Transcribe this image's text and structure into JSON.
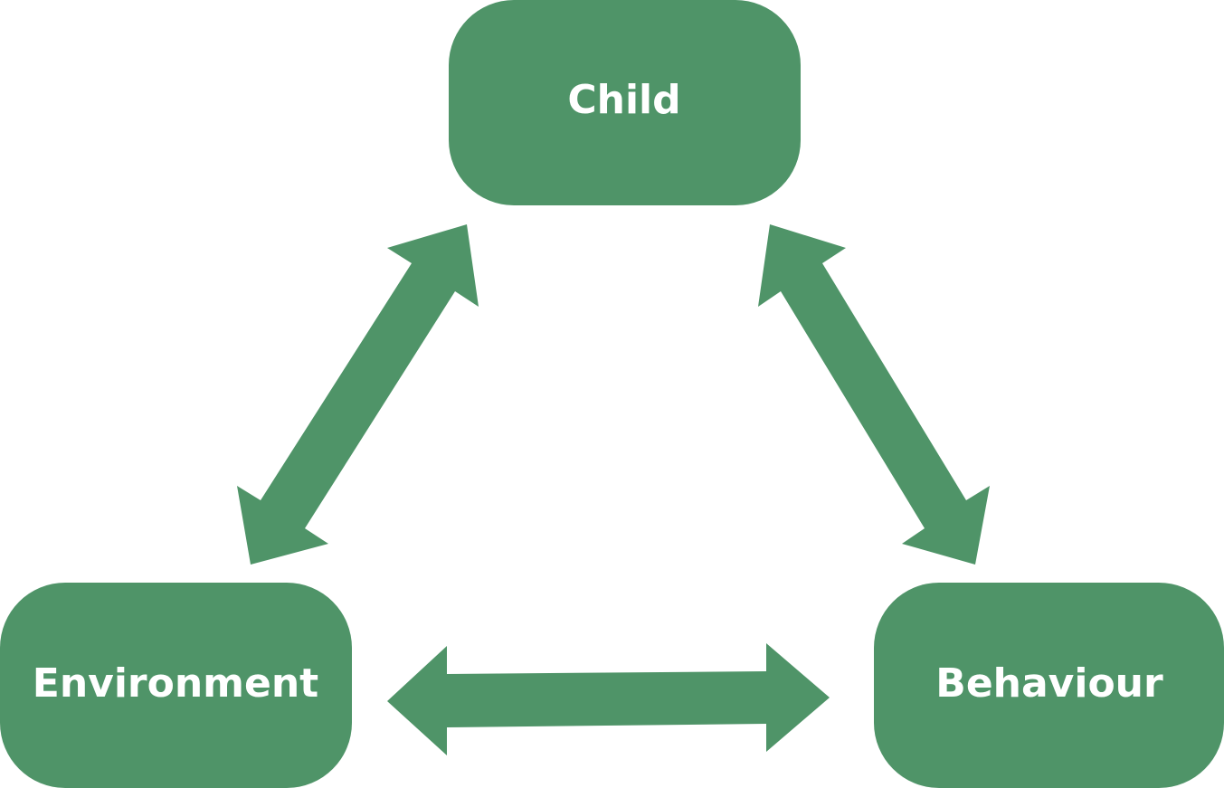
{
  "colors": {
    "primary": "#4f9468",
    "text": "#ffffff",
    "background": "#ffffff"
  },
  "nodes": {
    "child": {
      "label": "Child"
    },
    "environment": {
      "label": "Environment"
    },
    "behaviour": {
      "label": "Behaviour"
    }
  }
}
